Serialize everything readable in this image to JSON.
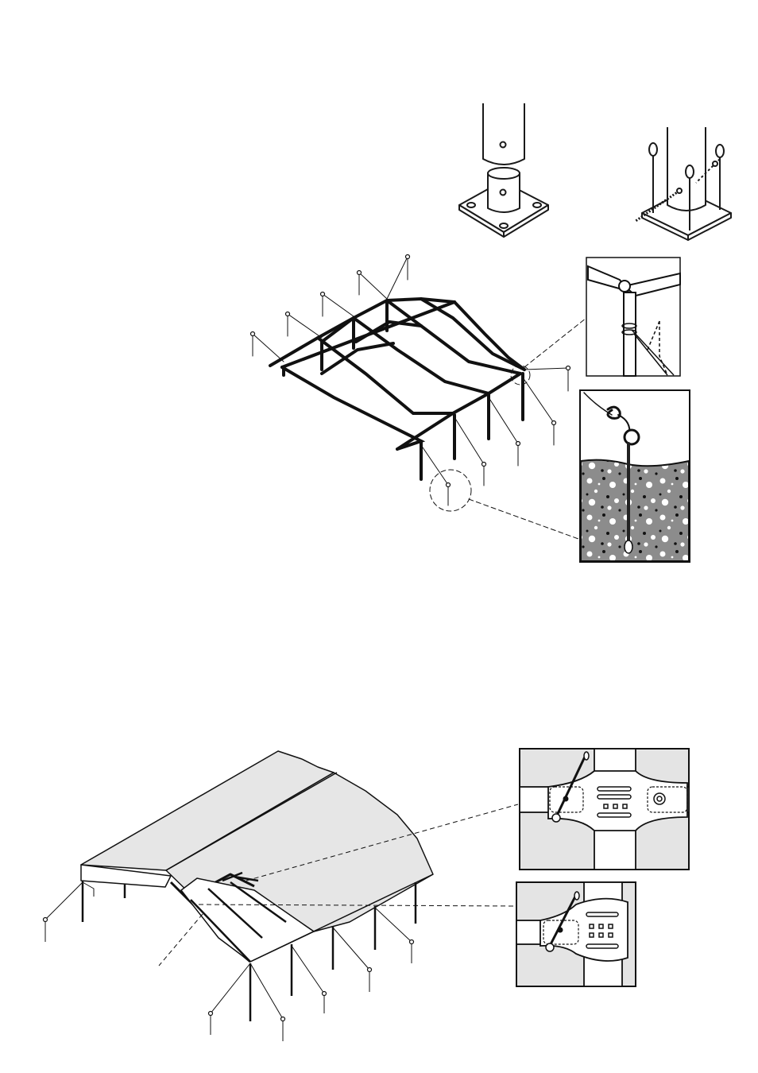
{
  "page": {
    "background": "#ffffff",
    "ink": "#1a1a1a",
    "panel_fill": "#e4e4e4",
    "canopy_fill": "#e6e6e6",
    "ground_fill": "#8c8c8c"
  },
  "figures": [
    {
      "id": "baseplate-detail",
      "label": ""
    },
    {
      "id": "baseplate-stakes-detail",
      "label": ""
    },
    {
      "id": "frame-anchoring-overview",
      "label": ""
    },
    {
      "id": "corner-rope-detail",
      "label": ""
    },
    {
      "id": "ground-stake-detail",
      "label": ""
    },
    {
      "id": "canopy-overview",
      "label": ""
    },
    {
      "id": "tee-connector-detail",
      "label": ""
    },
    {
      "id": "corner-connector-detail",
      "label": ""
    }
  ],
  "icons": [
    "pole-icon",
    "stake-icon",
    "bolt-icon",
    "connector-icon"
  ]
}
